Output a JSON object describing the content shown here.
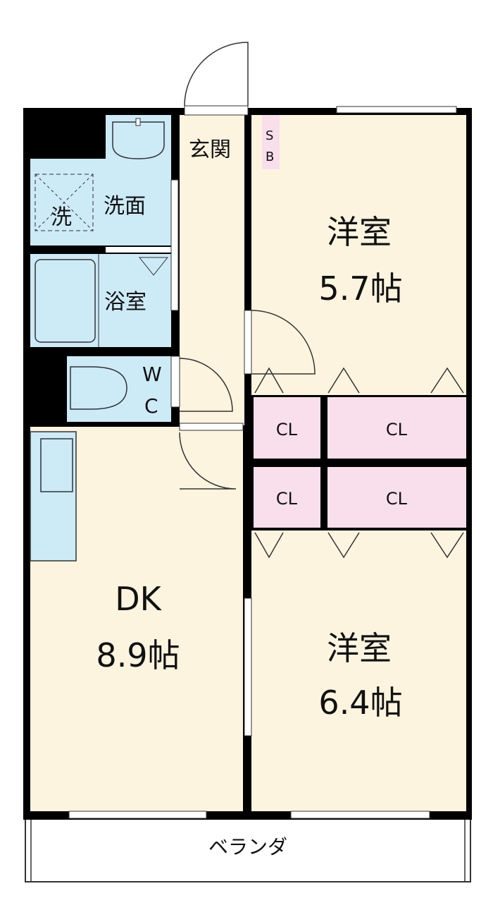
{
  "colors": {
    "floor": "#FDF4DF",
    "wet": "#CDEAF7",
    "storage": "#F8DFEB",
    "wall": "#000000"
  },
  "rooms": {
    "entrance": "玄関",
    "shoebox": {
      "s": "S",
      "b": "B"
    },
    "washer": "洗",
    "washroom": "洗面",
    "bath": "浴室",
    "wc": {
      "w": "W",
      "c": "C"
    },
    "room1": {
      "name": "洋室",
      "size": "5.7帖"
    },
    "room2": {
      "name": "洋室",
      "size": "6.4帖"
    },
    "dk": {
      "name": "DK",
      "size": "8.9帖"
    },
    "closets": [
      "CL",
      "CL",
      "CL",
      "CL"
    ],
    "balcony": "ベランダ"
  }
}
